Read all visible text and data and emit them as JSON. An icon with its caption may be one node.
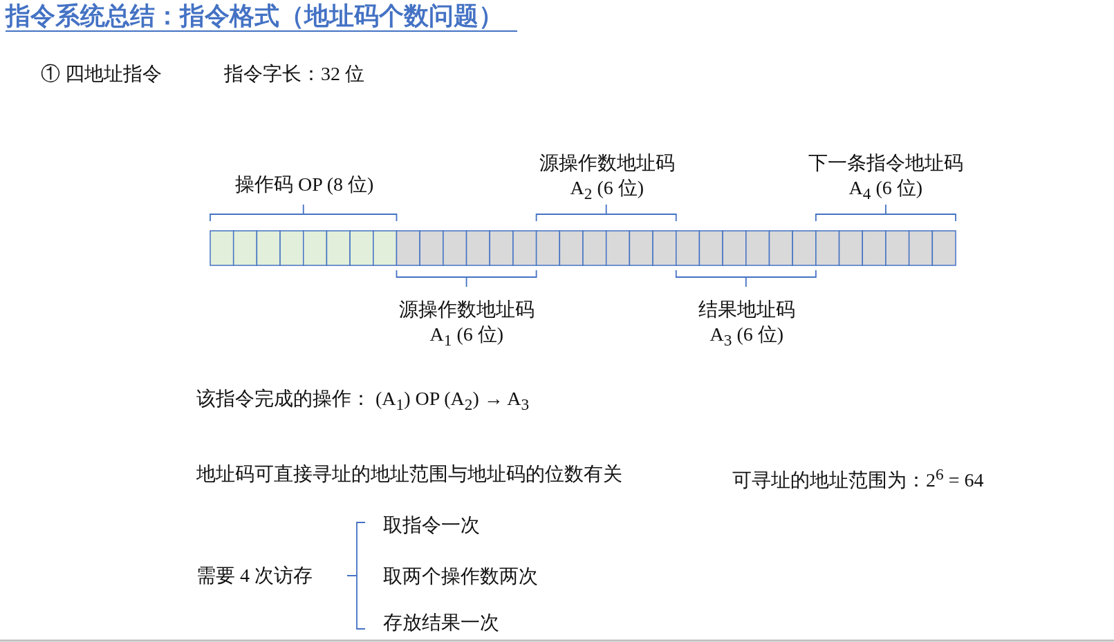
{
  "diagram": {
    "title": "指令系统总结：指令格式（地址码个数问题）",
    "labels": [
      "① 四地址指令",
      "指令字长：32 位",
      "源操作数地址码",
      "下一条指令地址码",
      "操作码 OP (8 位)",
      "A$_{2}$ (6 位)",
      "A$_{4}$ (6 位)",
      "源操作数地址码",
      "结果地址码",
      "A$_{1}$ (6 位)",
      "A$_{3}$ (6 位)",
      "该指令完成的操作：  (A$_{1}$) OP (A$_{2}$) → A$_{3}$",
      "地址码可直接寻址的地址范围与地址码的位数有关",
      "可寻址的地址范围为：2$^{6}$ = 64",
      "取指令一次",
      "需要 4 次访存",
      "取两个操作数两次",
      "存放结果一次"
    ]
  }
}
